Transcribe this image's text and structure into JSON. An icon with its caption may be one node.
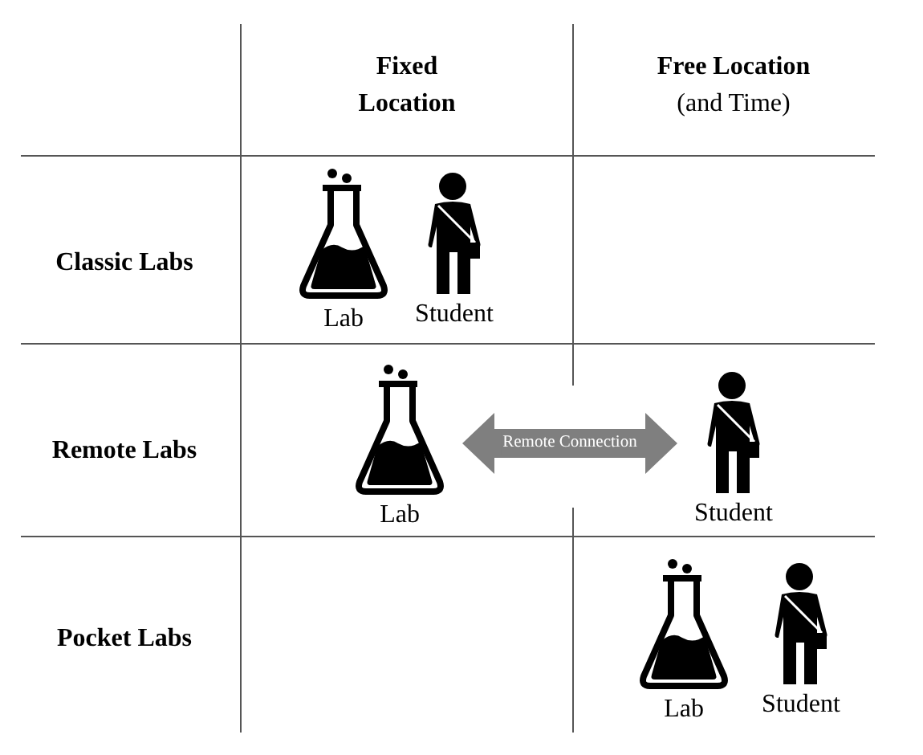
{
  "diagram": {
    "nodes": [
      {
        "text": [
          "Lab"
        ]
      },
      {
        "text": [
          "Student"
        ]
      },
      {
        "text": [
          "Lab"
        ]
      },
      {
        "text": [
          "Student"
        ]
      },
      {
        "text": [
          "Lab"
        ]
      },
      {
        "text": [
          "Student"
        ]
      }
    ],
    "edges": [
      {
        "from": 2,
        "to": 3,
        "arrow": "both",
        "label": "Remote Connection",
        "style": "thick"
      }
    ],
    "labels": [
      "Fixed Location",
      "Free Location",
      "(and Time)",
      "Classic Labs",
      "Remote Labs",
      "Pocket Labs"
    ]
  }
}
